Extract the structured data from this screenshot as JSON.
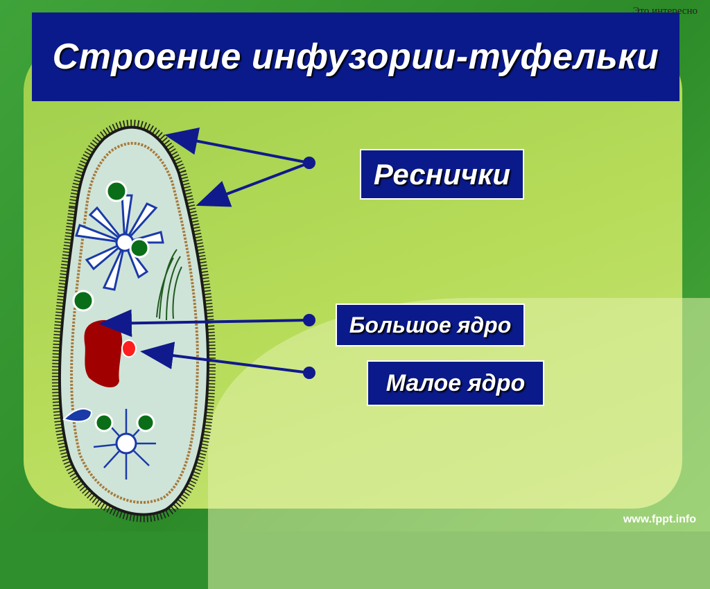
{
  "slide": {
    "corner_note": "Это интересно",
    "title": "Строение инфузории-туфельки",
    "footer": "www.fppt.info"
  },
  "labels": {
    "cilia": "Реснички",
    "macronucleus": "Большое ядро",
    "micronucleus": "Малое ядро"
  },
  "colors": {
    "title_bg": "#0a1a8a",
    "macronucleus": "#a00000",
    "micronucleus": "#ff1e1e",
    "arrow": "#101a8c",
    "cytoplasm": "#cfe4d8",
    "food_vacuole": "#0a6e18"
  }
}
